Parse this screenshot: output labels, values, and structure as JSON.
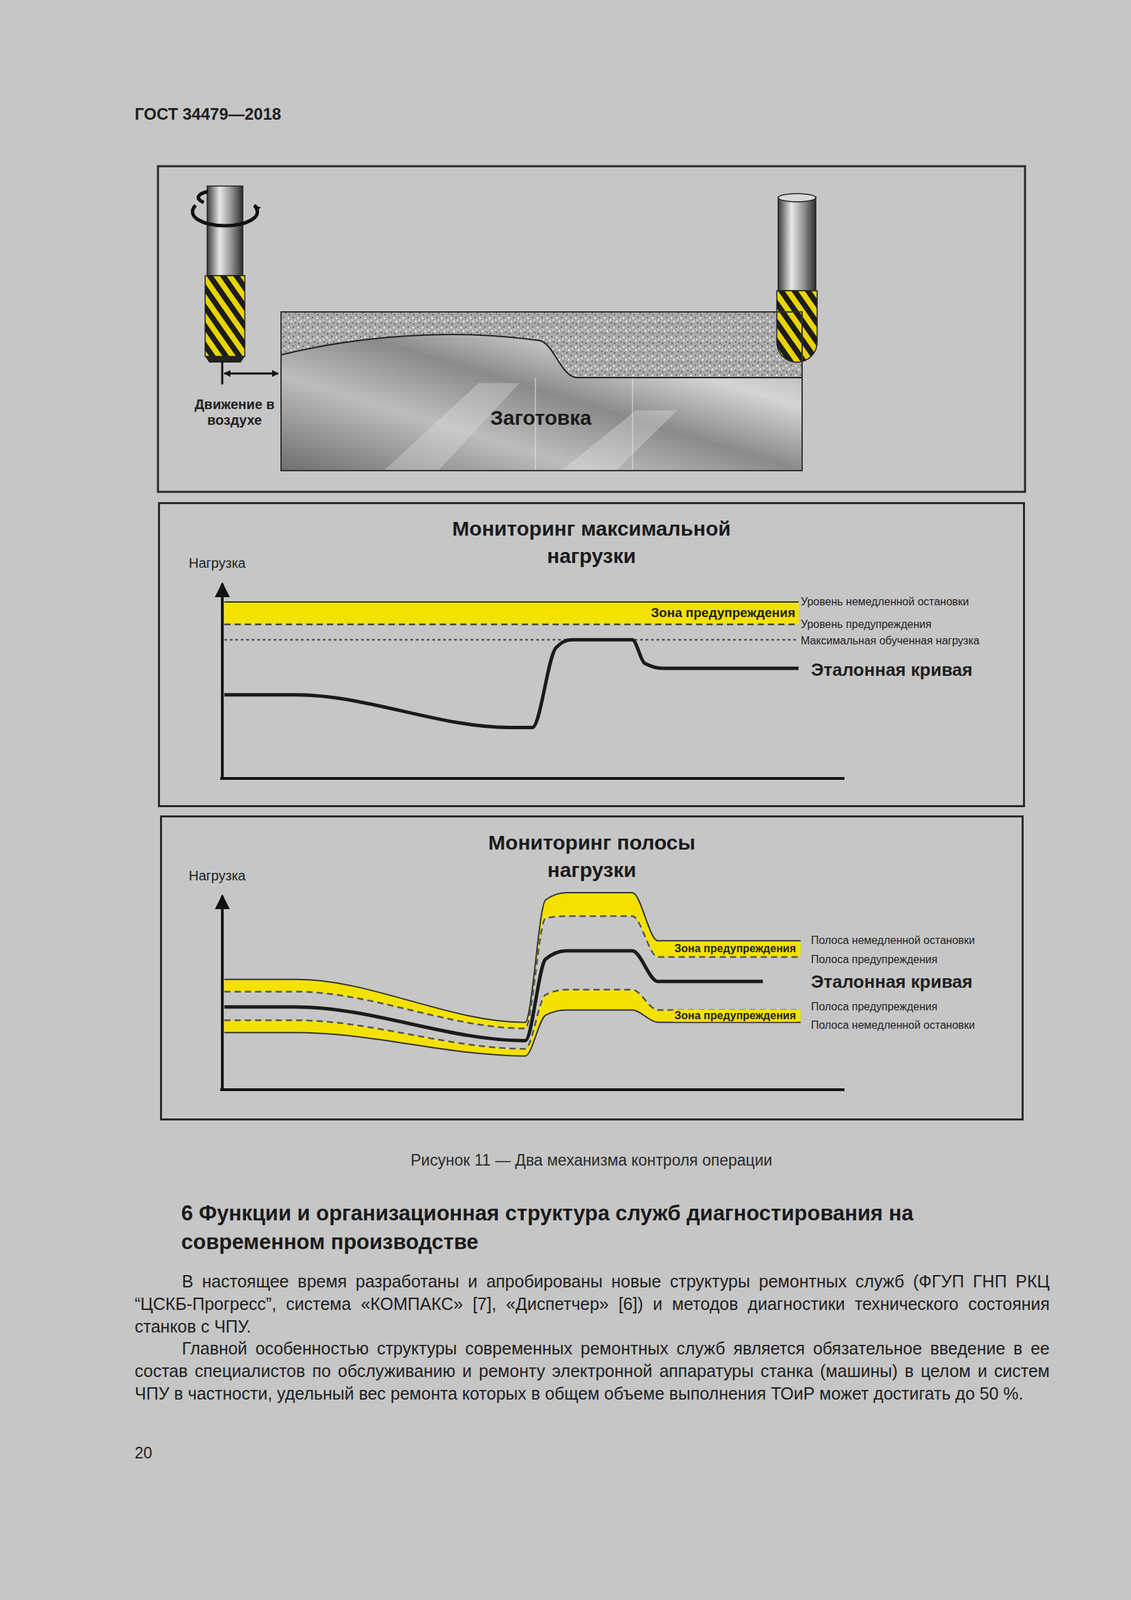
{
  "diagram": {
    "title": "6 Функции и организационная структура служб диагностирования на современном производстве",
    "caption": "Рисунок 11 — Два механизма контроля операции",
    "nodes": [
      {
        "text": [
          "Заготовка"
        ]
      },
      {
        "text": [
          "Мониторинг максимальной нагрузки"
        ]
      },
      {
        "text": [
          "Мониторинг полосы нагрузки"
        ]
      }
    ],
    "labels": [
      "ГОСТ 34479—2018",
      "Движение в воздухе",
      "Нагрузка",
      "Зона предупреждения",
      "Уровень немедленной остановки",
      "Уровень предупреждения",
      "Максимальная обученная нагрузка",
      "Эталонная кривая",
      "Нагрузка",
      "Зона предупреждения",
      "Зона предупреждения",
      "Полоса немедленной остановки",
      "Полоса предупреждения",
      "Эталонная кривая",
      "Полоса предупреждения",
      "Полоса немедленной остановки",
      "В настоящее время разработаны и апробированы новые структуры ремонтных служб (ФГУП ГНП РКЦ “ЦСКБ-Прогресс”, система «КОМПАКС» [7], «Диспетчер» [6]) и методов диагностики технического состояния станков с ЧПУ.",
      "Главной особенностью структуры современных ремонтных служб является обязательное введение в ее состав специалистов по обслуживанию и ремонту электронной аппаратуры станка (машины) в целом и систем ЧПУ в частности, удельный вес ремонта которых в общем объеме выполнения ТОиР может достигать до 50 %.",
      "20"
    ]
  }
}
